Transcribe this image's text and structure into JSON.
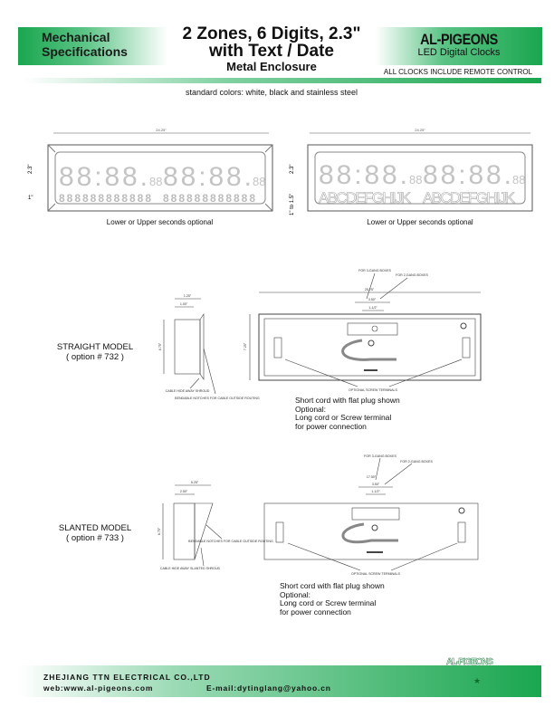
{
  "header": {
    "left_banner": [
      "Mechanical",
      "Specifications"
    ],
    "title_lines": [
      "2 Zones, 6 Digits, 2.3\"",
      "with Text / Date",
      "Metal Enclosure"
    ],
    "brand": "AL-PIGEONS",
    "brand_sub": "LED  Digital Clocks",
    "remote_note": "ALL CLOCKS INCLUDE REMOTE CONTROL",
    "colors_note": "standard colors: white, black and stainless steel"
  },
  "front_views": [
    {
      "width_dim": "24.25\"",
      "height_dim": "2.3\"",
      "text_dim": "1\"",
      "digits": "88:88.",
      "seconds": "88",
      "text_row": "888888888888",
      "caption": "Lower or Upper seconds optional"
    },
    {
      "width_dim": "24.25\"",
      "height_dim": "2.3\"",
      "text_dim": "1\" to 1.5\"",
      "digits": "88:88.",
      "seconds": "88",
      "text_row": "ABCDEFGHIJK",
      "caption": "Lower or Upper seconds optional"
    }
  ],
  "straight": {
    "model": "STRAIGHT MODEL",
    "option": "( option # 732 )",
    "depth_outer": "1.25\"",
    "depth_inner": "1.00\"",
    "side_height": "6.75\"",
    "shroud_note": "CABLE HIDE AWAY SHROUD",
    "notch_note": "BENDABLE NOTCHES FOR CABLE OUTSIDE ROUTING",
    "back_width": "25.75\"",
    "back_height": "7.25\"",
    "gang3": "FOR 3-GANG BOXES",
    "gang2": "FOR 2-GANG BOXES",
    "dim_a": "3.50\"",
    "dim_b": "1-1/2\"",
    "terminals": "OPTIONAL SCREW TERMINALS",
    "notes": [
      "Short cord with flat plug shown",
      "Optional:",
      "Long cord or Screw terminal",
      "for power connection"
    ]
  },
  "slanted": {
    "model": "SLANTED MODEL",
    "option": "( option # 733 )",
    "depth_outer": "5.25\"",
    "depth_inner": "2.50\"",
    "side_height": "6.75\"",
    "shroud_note": "CABLE HIDE AWAY SLANTED SHROUD",
    "notch_note": "BENDABLE NOTCHES FOR CABLE OUTSIDE ROUTING",
    "gang3": "FOR 3-GANG BOXES",
    "gang2": "FOR 2-GANG BOXES",
    "dim_c": "17.50\"",
    "dim_a": "3.50\"",
    "dim_b": "1-1/2\"",
    "terminals": "OPTIONAL SCREW TERMINALS",
    "notes": [
      "Short cord with flat plug shown",
      "Optional:",
      "Long cord or Screw terminal",
      "for power connection"
    ]
  },
  "footer": {
    "company": "ZHEJIANG TTN ELECTRICAL CO.,LTD",
    "web": "web:www.al-pigeons.com",
    "email": "E-mail:dytinglang@yahoo.cn",
    "logo": "AL-PIGEONS"
  },
  "colors": {
    "green": "#1aa64f",
    "segment": "#c8c8c8"
  }
}
